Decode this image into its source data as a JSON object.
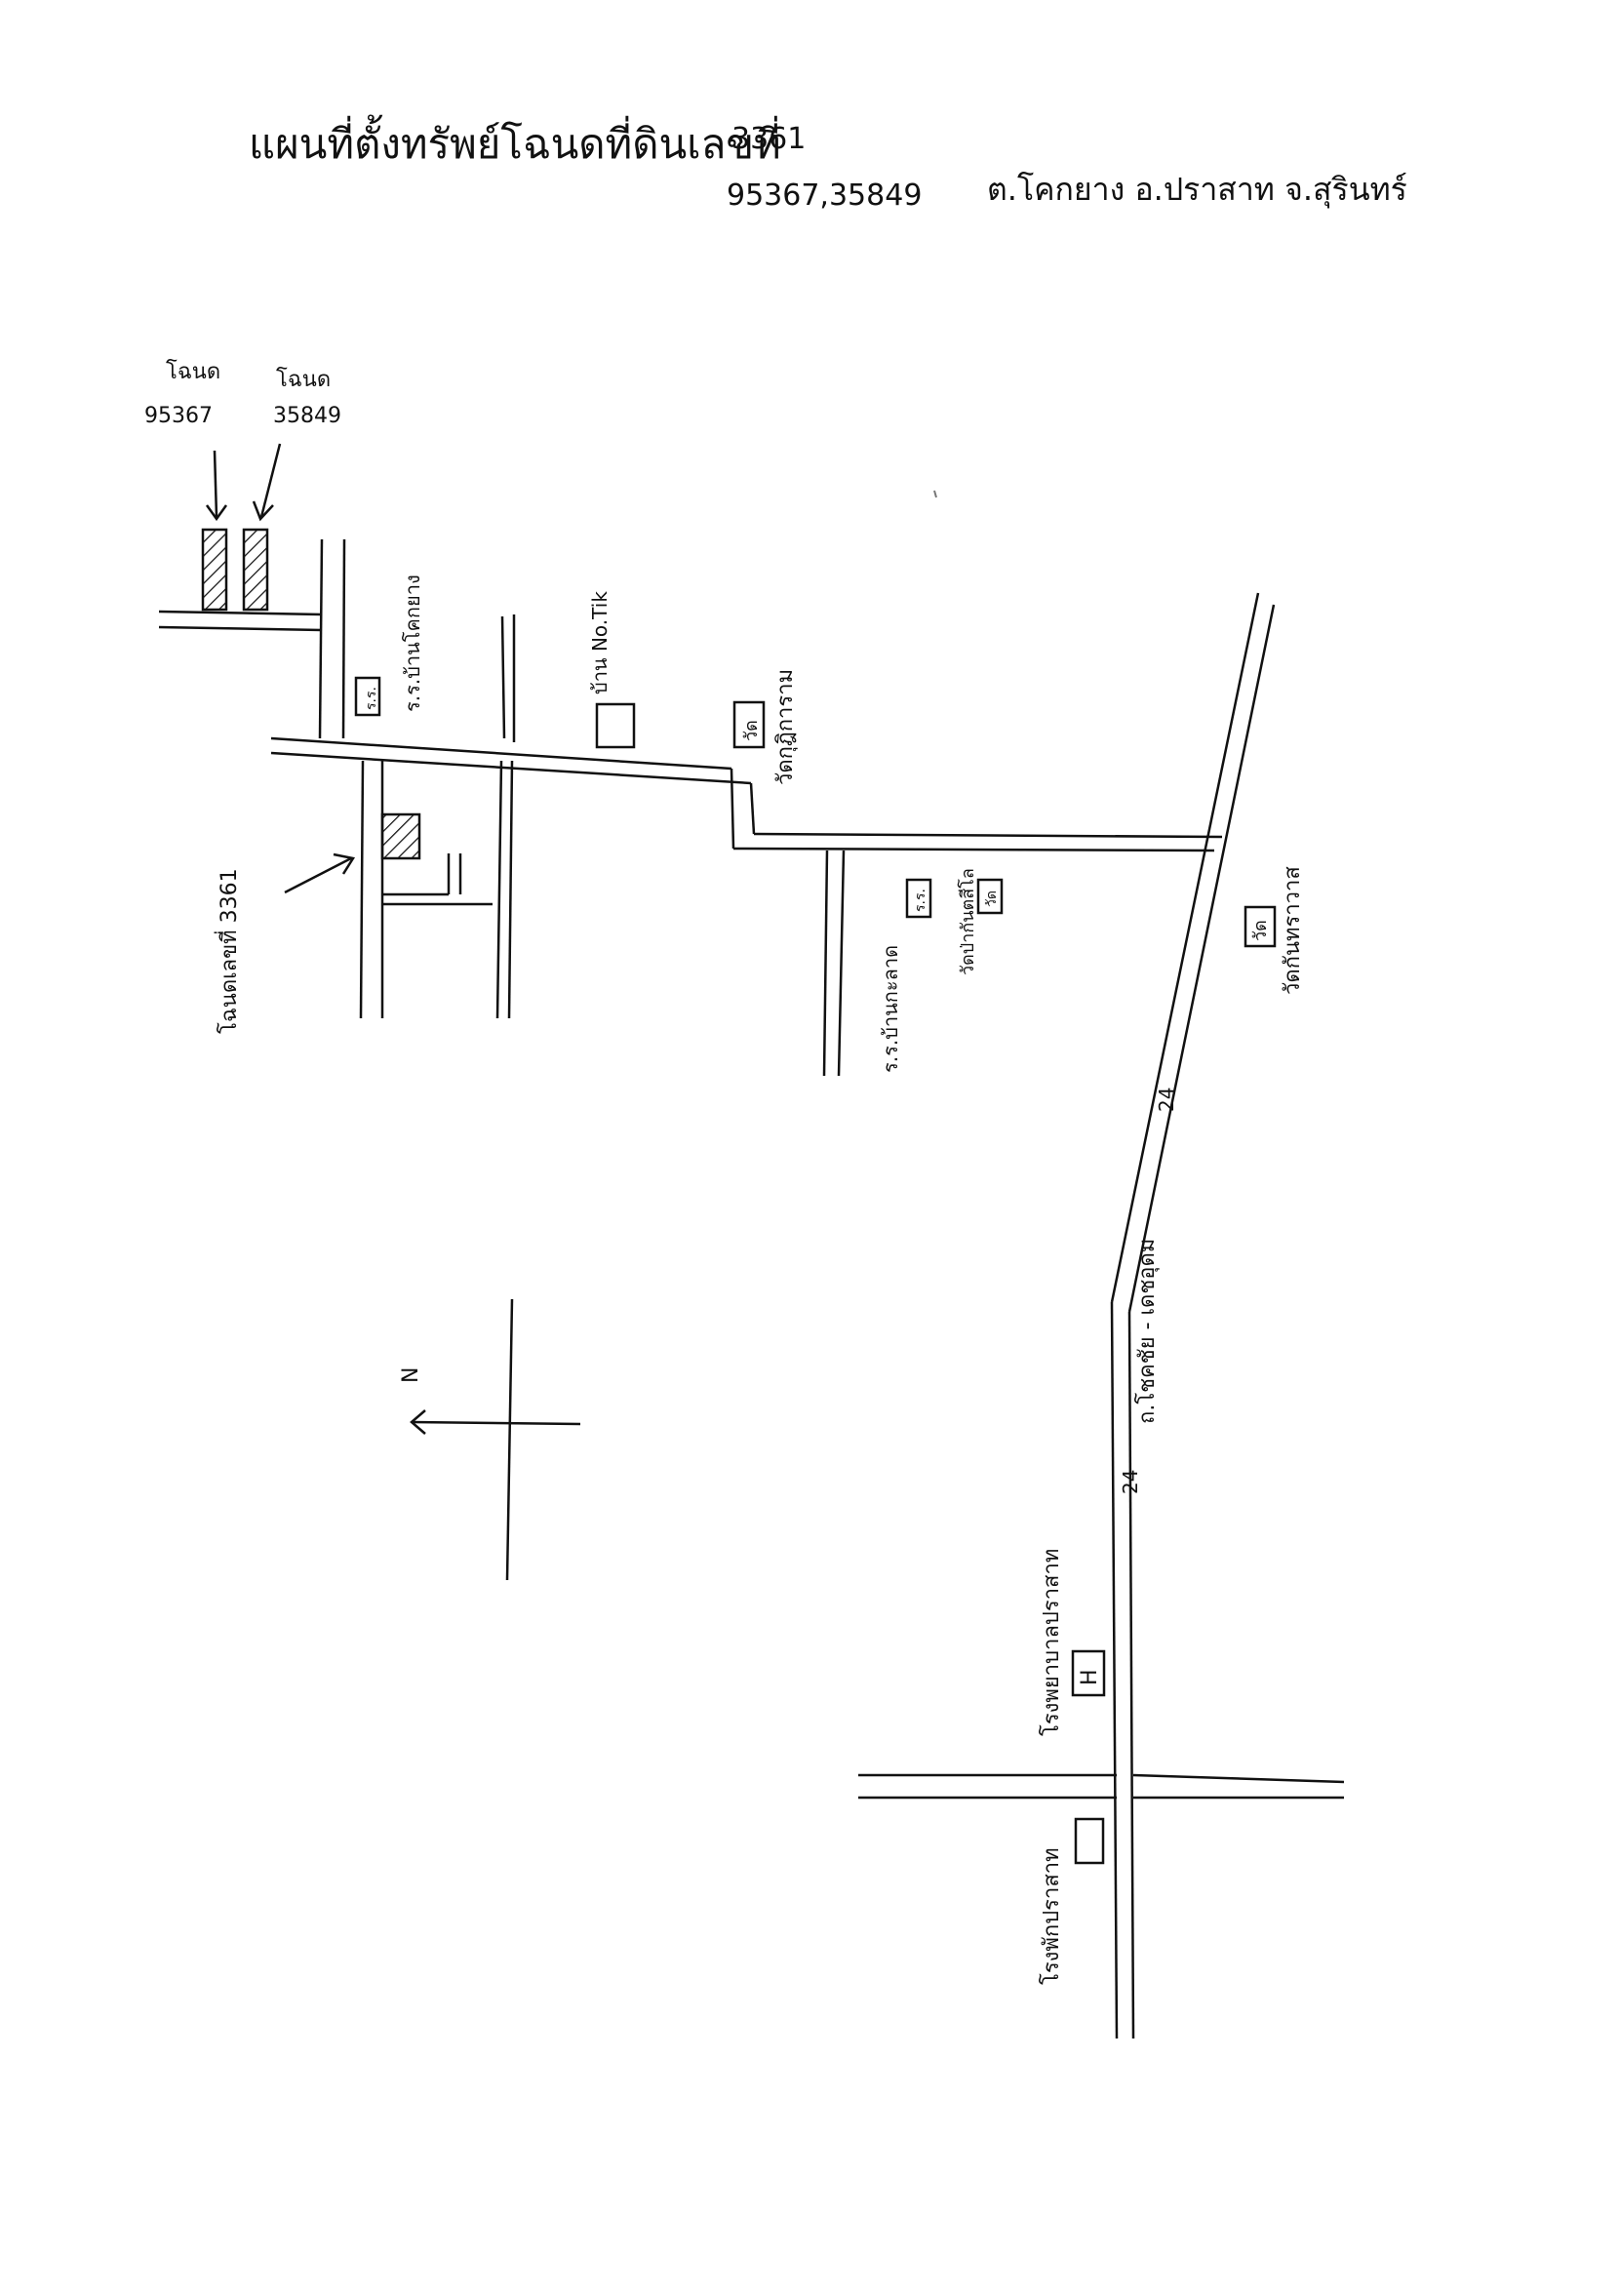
{
  "title": {
    "text": "แผนที่ตั้งทรัพย์โฉนดที่ดินเลขที่",
    "deed_top": "3361",
    "deed_numbers": "95367,35849",
    "location": "ต.โคกยาง อ.ปราสาท จ.สุรินทร์"
  },
  "parcels": {
    "deed_a_label": "โฉนด",
    "deed_a_number": "95367",
    "deed_b_label": "โฉนด",
    "deed_b_number": "35849",
    "deed_c_label": "โฉนดเลขที่ 3361"
  },
  "places": {
    "school_1_name": "ร.ร.บ้านโคกยาง",
    "school_1_symbol": "ร.ร.",
    "house_name": "บ้าน No.Tik",
    "temple_1_name": "วัดกุฎิการาม",
    "temple_1_symbol": "วัด",
    "school_2_name": "ร.ร.บ้านกะลาด",
    "school_2_symbol": "ร.ร.",
    "temple_2_name": "วัดป่ากันตสีโล",
    "temple_2_symbol": "วัด",
    "temple_3_name": "วัดกันทราวาส",
    "temple_3_symbol": "วัด",
    "hospital_name": "โรงพยาบาลปราสาท",
    "hospital_symbol": "H",
    "district_office_name": "โรงพักปราสาท"
  },
  "roads": {
    "highway_name": "ถ.โชคชัย - เดชอุดม",
    "highway_number_1": "24",
    "highway_number_2": "24"
  },
  "compass": {
    "north_label": "N"
  }
}
